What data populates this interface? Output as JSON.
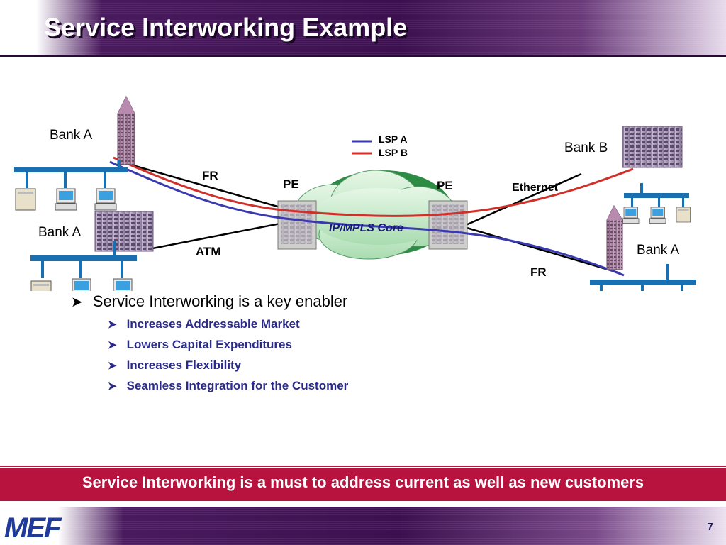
{
  "title": "Service Interworking Example",
  "diagram": {
    "sites": {
      "bank_a_top": "Bank A",
      "bank_a_mid": "Bank A",
      "bank_b": "Bank B",
      "bank_a_right": "Bank A"
    },
    "links": {
      "fr_left": "FR",
      "atm": "ATM",
      "ethernet": "Ethernet",
      "fr_right": "FR"
    },
    "pe_left": "PE",
    "pe_right": "PE",
    "core": "IP/MPLS Core",
    "legend": [
      {
        "label": "LSP A",
        "color": "#3a3ab0"
      },
      {
        "label": "LSP B",
        "color": "#d0302a"
      }
    ]
  },
  "bullets": {
    "main": "Service Interworking is a key enabler",
    "sub": [
      "Increases Addressable Market",
      "Lowers Capital Expenditures",
      "Increases Flexibility",
      "Seamless Integration for the Customer"
    ]
  },
  "banner": "Service Interworking is a must to address current as well as new customers",
  "footer": {
    "logo": "MEF",
    "page": "7"
  },
  "colors": {
    "accent": "#b8123e",
    "network_bus": "#1a6fb0",
    "title_bg": "#3c1050"
  }
}
